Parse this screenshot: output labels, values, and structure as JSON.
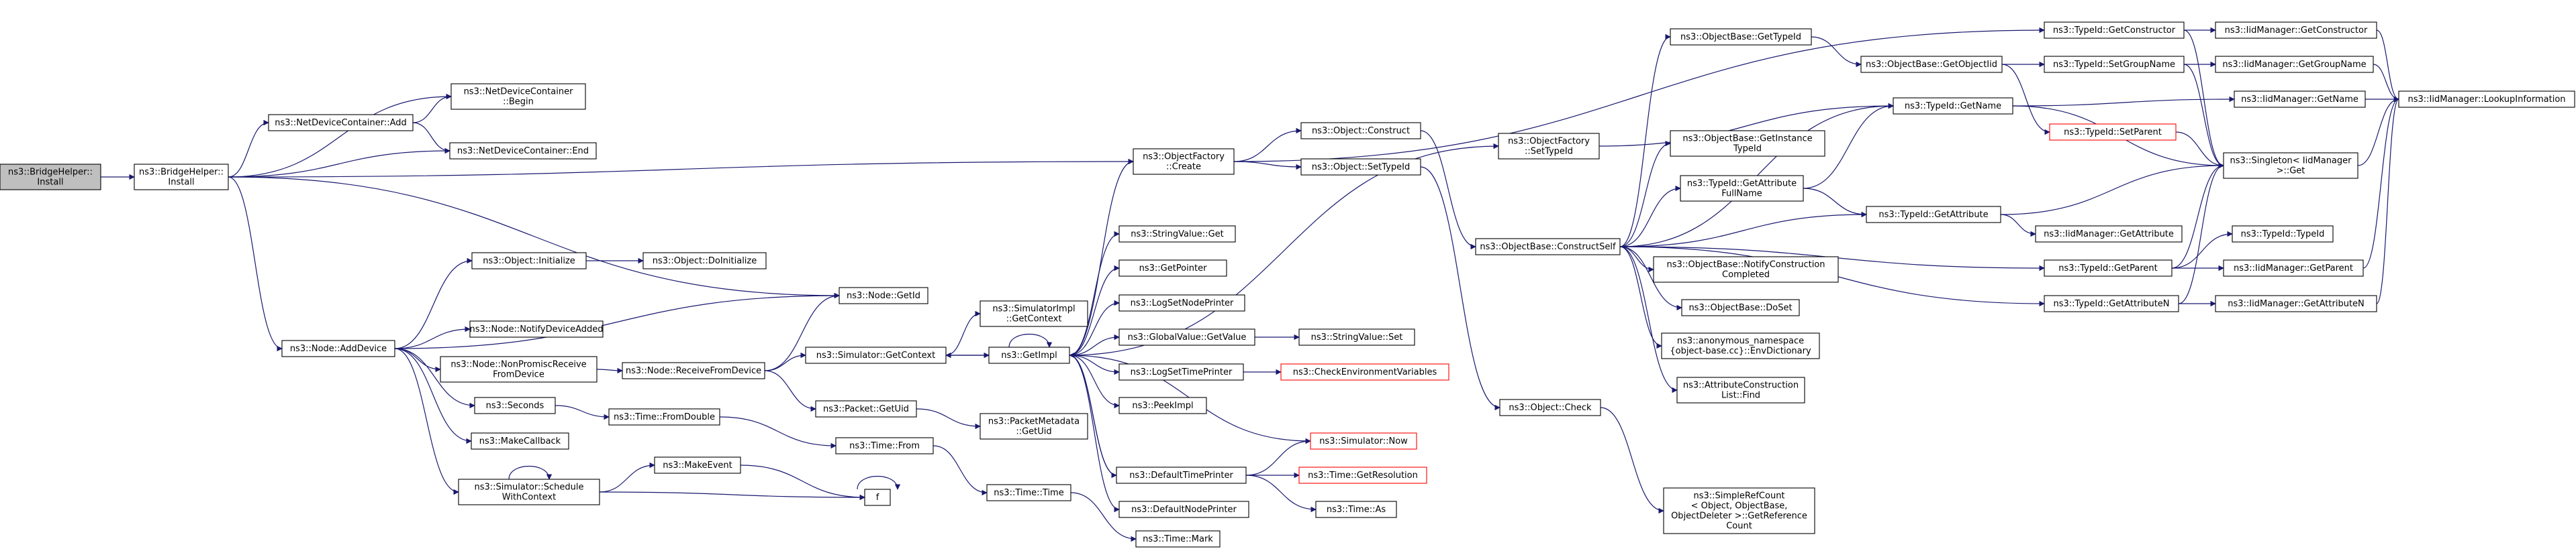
{
  "colors": {
    "edge": "#191970",
    "root_fill": "#bfbfbf",
    "unresolved_border": "#ff0000",
    "node_border": "#000000"
  },
  "nodes": [
    {
      "id": "bh_install_root",
      "lines": [
        "ns3::BridgeHelper::",
        "Install"
      ],
      "root": true
    },
    {
      "id": "bh_install",
      "lines": [
        "ns3::BridgeHelper::",
        "Install"
      ]
    },
    {
      "id": "ndc_add",
      "lines": [
        "ns3::NetDeviceContainer::Add"
      ]
    },
    {
      "id": "ndc_begin",
      "lines": [
        "ns3::NetDeviceContainer",
        "::Begin"
      ]
    },
    {
      "id": "ndc_end",
      "lines": [
        "ns3::NetDeviceContainer::End"
      ]
    },
    {
      "id": "node_adddevice",
      "lines": [
        "ns3::Node::AddDevice"
      ]
    },
    {
      "id": "object_initialize",
      "lines": [
        "ns3::Object::Initialize"
      ]
    },
    {
      "id": "object_doinitialize",
      "lines": [
        "ns3::Object::DoInitialize"
      ]
    },
    {
      "id": "node_getid",
      "lines": [
        "ns3::Node::GetId"
      ]
    },
    {
      "id": "node_notify",
      "lines": [
        "ns3::Node::NotifyDeviceAdded"
      ]
    },
    {
      "id": "node_nonpromisc",
      "lines": [
        "ns3::Node::NonPromiscReceive",
        "FromDevice"
      ]
    },
    {
      "id": "node_receive",
      "lines": [
        "ns3::Node::ReceiveFromDevice"
      ]
    },
    {
      "id": "seconds",
      "lines": [
        "ns3::Seconds"
      ]
    },
    {
      "id": "makecallback",
      "lines": [
        "ns3::MakeCallback"
      ]
    },
    {
      "id": "sched_ctx",
      "lines": [
        "ns3::Simulator::Schedule",
        "WithContext"
      ]
    },
    {
      "id": "makeevent",
      "lines": [
        "ns3::MakeEvent"
      ]
    },
    {
      "id": "f",
      "lines": [
        "f"
      ]
    },
    {
      "id": "time_fromdouble",
      "lines": [
        "ns3::Time::FromDouble"
      ]
    },
    {
      "id": "time_from",
      "lines": [
        "ns3::Time::From"
      ]
    },
    {
      "id": "time_time",
      "lines": [
        "ns3::Time::Time"
      ]
    },
    {
      "id": "time_mark",
      "lines": [
        "ns3::Time::Mark"
      ]
    },
    {
      "id": "sim_getcontext",
      "lines": [
        "ns3::Simulator::GetContext"
      ]
    },
    {
      "id": "simimpl_getcontext",
      "lines": [
        "ns3::SimulatorImpl",
        "::GetContext"
      ]
    },
    {
      "id": "packet_getuid",
      "lines": [
        "ns3::Packet::GetUid"
      ]
    },
    {
      "id": "pm_getuid",
      "lines": [
        "ns3::PacketMetadata",
        "::GetUid"
      ]
    },
    {
      "id": "getimpl",
      "lines": [
        "ns3::GetImpl"
      ]
    },
    {
      "id": "objfactory_create",
      "lines": [
        "ns3::ObjectFactory",
        "::Create"
      ]
    },
    {
      "id": "stringvalue_get",
      "lines": [
        "ns3::StringValue::Get"
      ]
    },
    {
      "id": "getpointer",
      "lines": [
        "ns3::GetPointer"
      ]
    },
    {
      "id": "logsetnodeprinter",
      "lines": [
        "ns3::LogSetNodePrinter"
      ]
    },
    {
      "id": "globalvalue_getvalue",
      "lines": [
        "ns3::GlobalValue::GetValue"
      ]
    },
    {
      "id": "stringvalue_set",
      "lines": [
        "ns3::StringValue::Set"
      ]
    },
    {
      "id": "logsettimeprinter",
      "lines": [
        "ns3::LogSetTimePrinter"
      ]
    },
    {
      "id": "checkenv",
      "lines": [
        "ns3::CheckEnvironmentVariables"
      ],
      "red": true
    },
    {
      "id": "peekimpl",
      "lines": [
        "ns3::PeekImpl"
      ]
    },
    {
      "id": "simulator_now",
      "lines": [
        "ns3::Simulator::Now"
      ],
      "red": true
    },
    {
      "id": "defaulttimeprinter",
      "lines": [
        "ns3::DefaultTimePrinter"
      ]
    },
    {
      "id": "time_getresolution",
      "lines": [
        "ns3::Time::GetResolution"
      ],
      "red": true
    },
    {
      "id": "time_as",
      "lines": [
        "ns3::Time::As"
      ]
    },
    {
      "id": "defaultnodeprinter",
      "lines": [
        "ns3::DefaultNodePrinter"
      ]
    },
    {
      "id": "object_construct",
      "lines": [
        "ns3::Object::Construct"
      ]
    },
    {
      "id": "object_settypeid",
      "lines": [
        "ns3::Object::SetTypeId"
      ]
    },
    {
      "id": "objfactory_settypeid",
      "lines": [
        "ns3::ObjectFactory",
        "::SetTypeId"
      ]
    },
    {
      "id": "object_check",
      "lines": [
        "ns3::Object::Check"
      ]
    },
    {
      "id": "simplerefcount",
      "lines": [
        "ns3::SimpleRefCount",
        "< Object, ObjectBase,",
        "ObjectDeleter >::GetReference",
        "Count"
      ]
    },
    {
      "id": "ob_constructself",
      "lines": [
        "ns3::ObjectBase::ConstructSelf"
      ]
    },
    {
      "id": "ob_gettypeid",
      "lines": [
        "ns3::ObjectBase::GetTypeId"
      ]
    },
    {
      "id": "ob_getinstancetypeid",
      "lines": [
        "ns3::ObjectBase::GetInstance",
        "TypeId"
      ]
    },
    {
      "id": "tid_getattrfullname",
      "lines": [
        "ns3::TypeId::GetAttribute",
        "FullName"
      ]
    },
    {
      "id": "ob_notifyconstruction",
      "lines": [
        "ns3::ObjectBase::NotifyConstruction",
        "Completed"
      ]
    },
    {
      "id": "ob_doset",
      "lines": [
        "ns3::ObjectBase::DoSet"
      ]
    },
    {
      "id": "anon_envdict",
      "lines": [
        "ns3::anonymous_namespace",
        "{object-base.cc}::EnvDictionary"
      ]
    },
    {
      "id": "acl_find",
      "lines": [
        "ns3::AttributeConstruction",
        "List::Find"
      ]
    },
    {
      "id": "ob_getobjectiid",
      "lines": [
        "ns3::ObjectBase::GetObjectIid"
      ]
    },
    {
      "id": "tid_getname",
      "lines": [
        "ns3::TypeId::GetName"
      ]
    },
    {
      "id": "tid_getattribute",
      "lines": [
        "ns3::TypeId::GetAttribute"
      ]
    },
    {
      "id": "tid_getconstructor",
      "lines": [
        "ns3::TypeId::GetConstructor"
      ]
    },
    {
      "id": "tid_setgroupname",
      "lines": [
        "ns3::TypeId::SetGroupName"
      ]
    },
    {
      "id": "tid_setparent",
      "lines": [
        "ns3::TypeId::SetParent"
      ],
      "red": true
    },
    {
      "id": "iid_getattribute",
      "lines": [
        "ns3::IidManager::GetAttribute"
      ]
    },
    {
      "id": "tid_getparent",
      "lines": [
        "ns3::TypeId::GetParent"
      ]
    },
    {
      "id": "tid_getattributen",
      "lines": [
        "ns3::TypeId::GetAttributeN"
      ]
    },
    {
      "id": "iid_getconstructor",
      "lines": [
        "ns3::IidManager::GetConstructor"
      ]
    },
    {
      "id": "iid_getgroupname",
      "lines": [
        "ns3::IidManager::GetGroupName"
      ]
    },
    {
      "id": "iid_getname",
      "lines": [
        "ns3::IidManager::GetName"
      ]
    },
    {
      "id": "singleton_get",
      "lines": [
        "ns3::Singleton< IidManager",
        ">::Get"
      ]
    },
    {
      "id": "tid_typeid",
      "lines": [
        "ns3::TypeId::TypeId"
      ]
    },
    {
      "id": "iid_getparent",
      "lines": [
        "ns3::IidManager::GetParent"
      ]
    },
    {
      "id": "iid_getattributen",
      "lines": [
        "ns3::IidManager::GetAttributeN"
      ]
    },
    {
      "id": "iid_lookupinformation",
      "lines": [
        "ns3::IidManager::LookupInformation"
      ]
    }
  ]
}
